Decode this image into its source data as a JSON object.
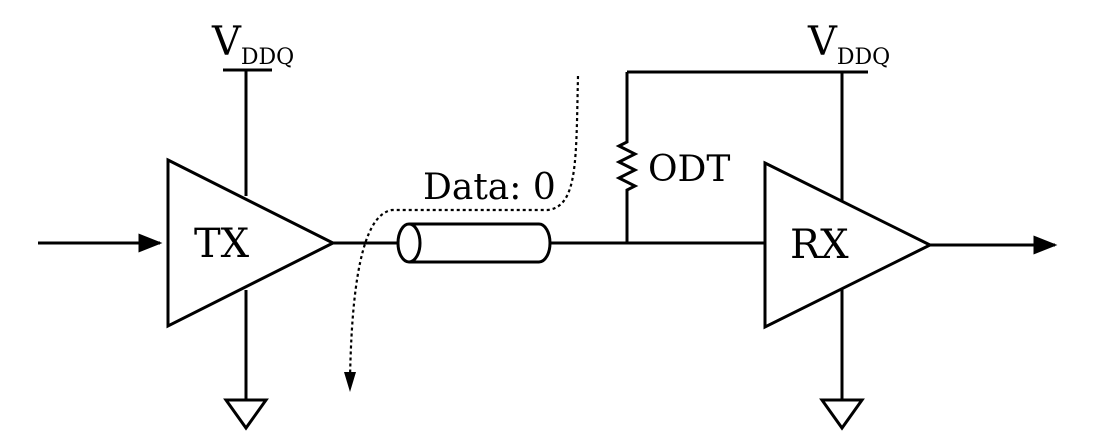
{
  "diagram": {
    "transmitter": {
      "label": "TX"
    },
    "receiver": {
      "label": "RX"
    },
    "supply_tx": {
      "main": "V",
      "subscript": "DDQ"
    },
    "supply_rx": {
      "main": "V",
      "subscript": "DDQ"
    },
    "termination": {
      "label": "ODT"
    },
    "data_line": {
      "label": "Data: 0"
    },
    "colors": {
      "stroke": "#000000",
      "background": "#ffffff"
    }
  }
}
